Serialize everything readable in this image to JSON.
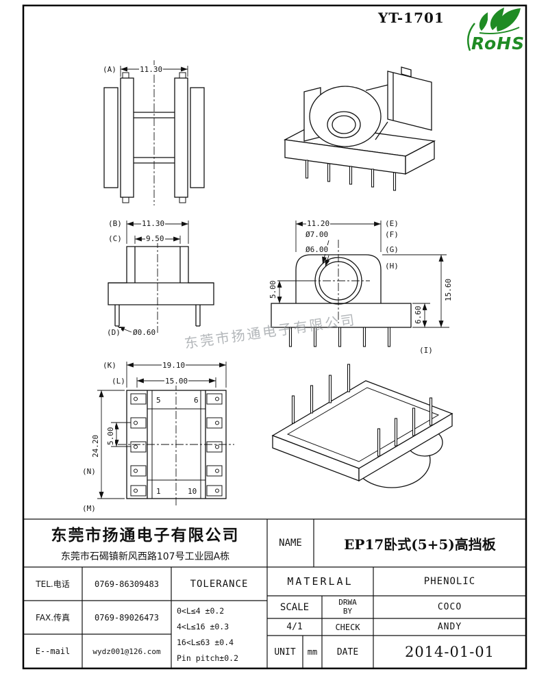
{
  "header": {
    "part_no": "YT-1701",
    "rohs_label": "RoHS"
  },
  "watermark": "东莞市扬通电子有限公司",
  "colors": {
    "rohs_green": "#1f8b24",
    "line": "#111111",
    "watermark": "#8c9196"
  },
  "views": {
    "front": {
      "label_a": "(A)",
      "dim_a": "11.30"
    },
    "section": {
      "label_b": "(B)",
      "dim_b": "11.30",
      "label_c": "(C)",
      "dim_c": "9.50",
      "label_d": "(D)",
      "dim_d": "Ø0.60"
    },
    "side": {
      "dim_width": "11.20",
      "label_e": "(E)",
      "dim_outer": "Ø7.00",
      "label_f": "(F)",
      "dim_inner": "Ø6.00",
      "label_g": "(G)",
      "dim_center_height": "5.00",
      "label_h": "(H)",
      "dim_total_height": "15.60",
      "dim_base_height": "6.60",
      "label_i": "(I)"
    },
    "top": {
      "label_k": "(K)",
      "dim_k": "19.10",
      "label_l": "(L)",
      "dim_l": "15.00",
      "dim_length": "24.20",
      "dim_pitch": "5.00",
      "label_m": "(M)",
      "label_n": "(N)",
      "pin_top_left": "5",
      "pin_top_right": "6",
      "pin_bottom_left": "1",
      "pin_bottom_right": "10"
    }
  },
  "title_block": {
    "company": "东莞市扬通电子有限公司",
    "address": "东莞市石碣镇新风西路107号工业园A栋",
    "tel_label": "TEL.电话",
    "tel_value": "0769-86309483",
    "fax_label": "FAX.传真",
    "fax_value": "0769-89026473",
    "email_label": "E--mail",
    "email_value": "wydz001@126.com",
    "tolerance_title": "TOLERANCE",
    "tolerance_rows": [
      "0<L≤4  ±0.2",
      "4<L≤16 ±0.3",
      "16<L≤63 ±0.4",
      "Pin pitch±0.2"
    ],
    "name_label": "NAME",
    "name_value": "EP17卧式(5+5)高挡板",
    "material_label": "MATERLAL",
    "material_value": "PHENOLIC",
    "scale_label": "SCALE",
    "scale_value": "4/1",
    "drawn_label": "DRWA BY",
    "drawn_value": "COCO",
    "check_label": "CHECK",
    "check_value": "ANDY",
    "unit_label": "UNIT",
    "unit_value": "mm",
    "date_label": "DATE",
    "date_value": "2014-01-01"
  }
}
